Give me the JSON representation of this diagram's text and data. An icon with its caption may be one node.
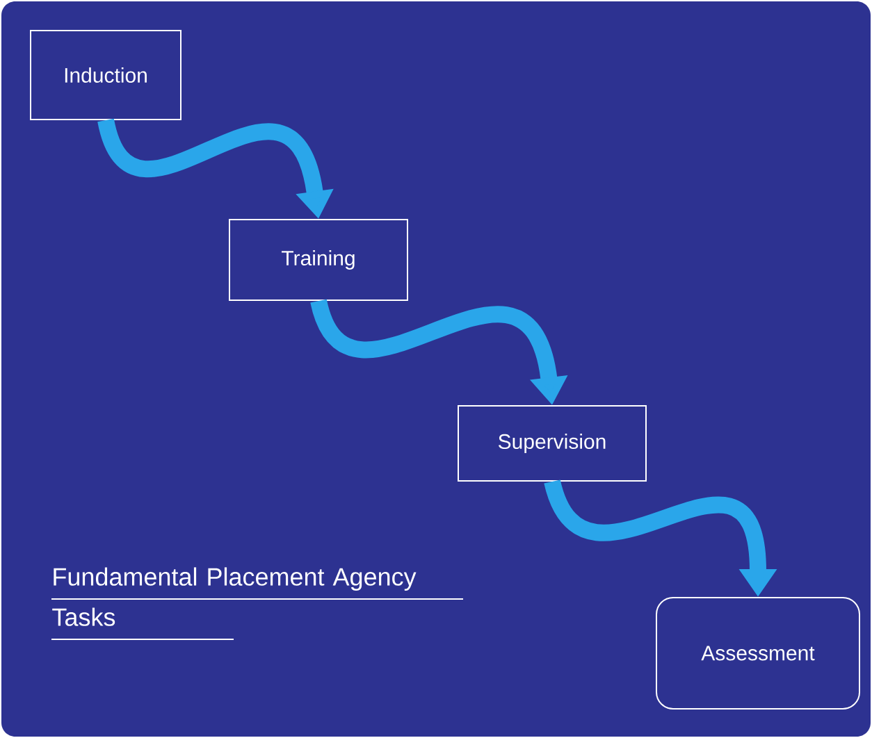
{
  "diagram": {
    "nodes": [
      {
        "text": [
          "Induction"
        ]
      },
      {
        "text": [
          "Training"
        ]
      },
      {
        "text": [
          "Supervision"
        ]
      },
      {
        "text": [
          "Assessment"
        ]
      }
    ],
    "edges": [
      {
        "from": 0,
        "to": 1,
        "arrow": "to"
      },
      {
        "from": 1,
        "to": 2,
        "arrow": "to"
      },
      {
        "from": 2,
        "to": 3,
        "arrow": "to"
      }
    ],
    "labels": [
      "Fundamental Placement Agency Tasks"
    ]
  }
}
